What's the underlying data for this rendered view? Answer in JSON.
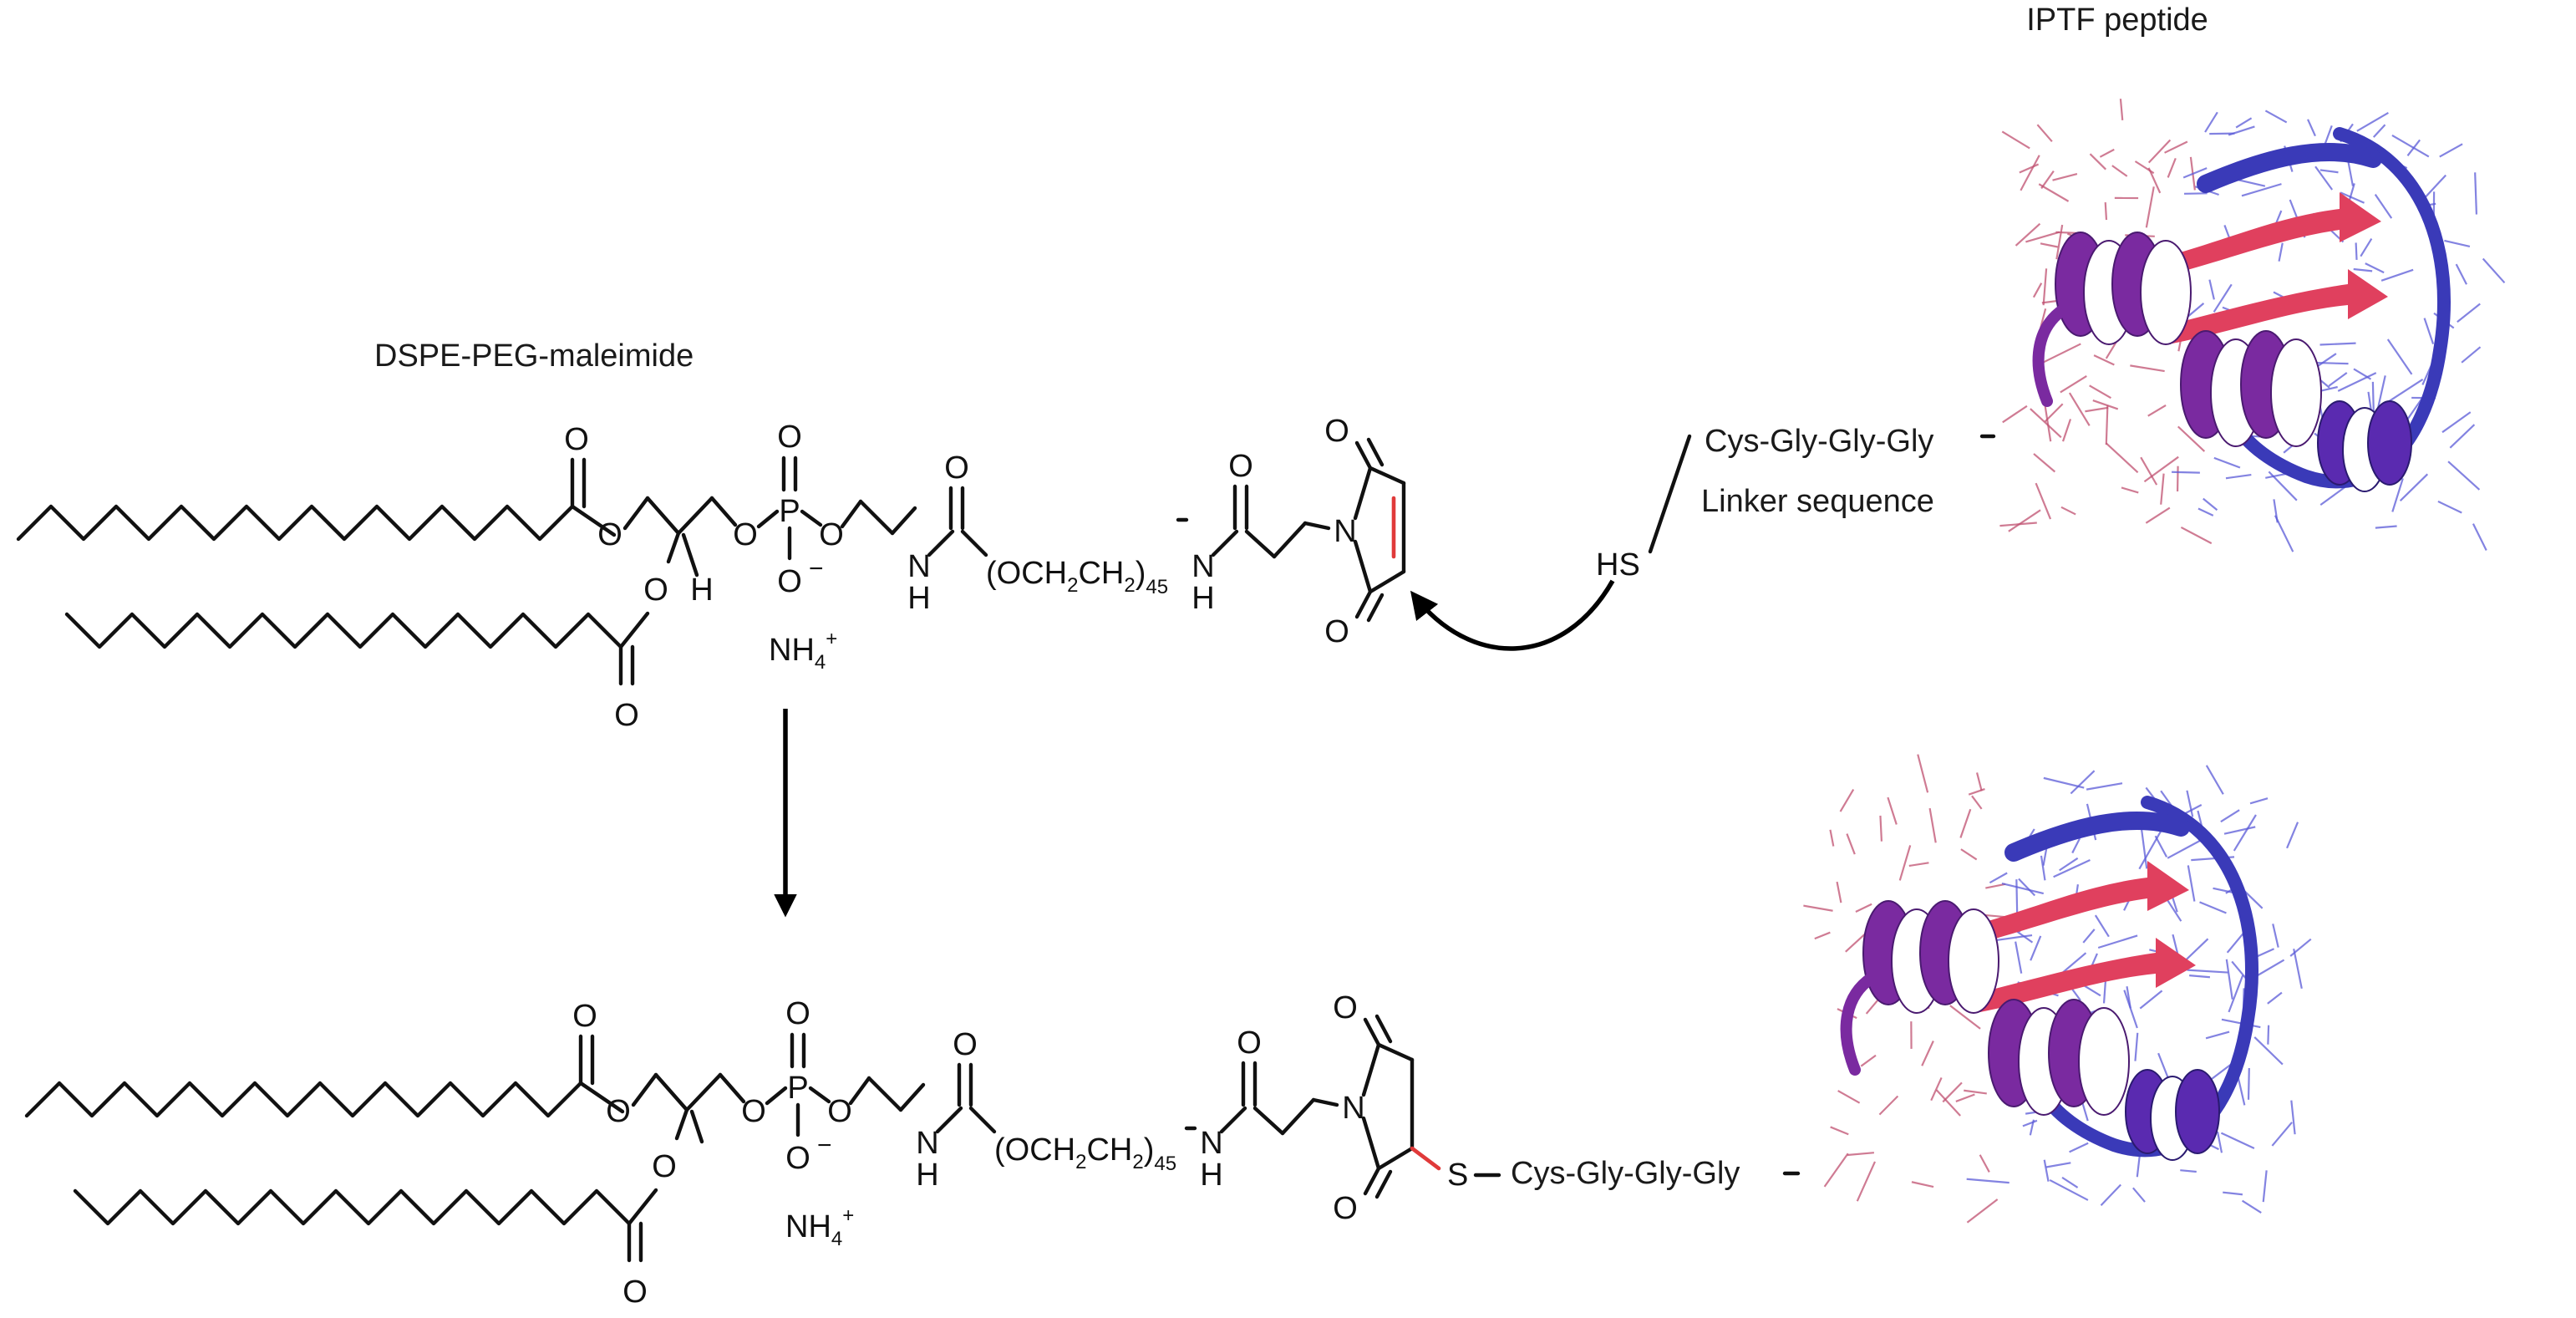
{
  "labels": {
    "reagent_name": "DSPE-PEG-maleimide",
    "peptide_name": "IPTF peptide",
    "linker_sequence_top": "Cys-Gly-Gly-Gly",
    "linker_sequence_bottom": "Cys-Gly-Gly-Gly",
    "linker_caption": "Linker sequence",
    "thiol": "HS",
    "counterion": "NH",
    "counterion_sub": "4",
    "counterion_sup": "+",
    "peg_repeat_open": "(OCH",
    "peg_sub_2": "2",
    "peg_ch": "CH",
    "peg_close": ")",
    "peg_n": "45"
  },
  "atoms": {
    "oxygen": "O",
    "nitrogen": "N",
    "hydrogen": "H",
    "phosphorus": "P",
    "sulfur": "S",
    "oxide": "O",
    "minus": "−"
  },
  "colors": {
    "reactive_bond": "#e03a3a",
    "helix": "#7a2aa0",
    "sheet": "#e0405e",
    "coil": "#3a3ab8",
    "sidechain_blue": "#5a5ad8",
    "sidechain_pink": "#c05070"
  }
}
